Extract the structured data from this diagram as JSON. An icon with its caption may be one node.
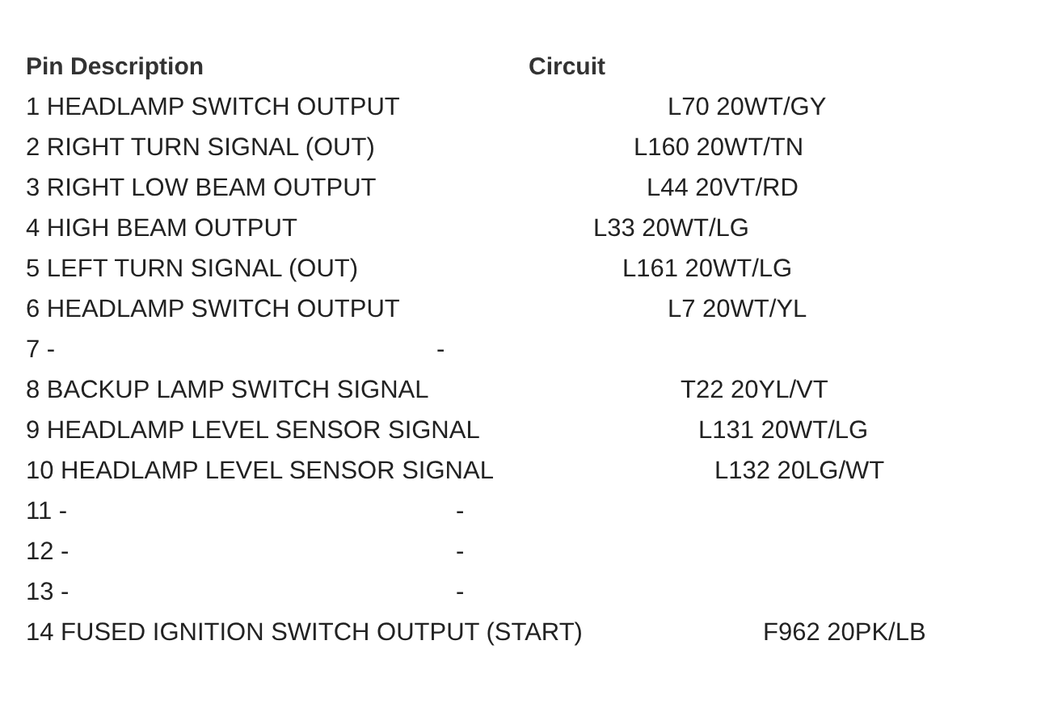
{
  "diagram": {
    "labels": [
      "Pin Description",
      "Circuit",
      "1 HEADLAMP SWITCH OUTPUT",
      "L70 20WT/GY",
      "2 RIGHT TURN SIGNAL (OUT)",
      "L160 20WT/TN",
      "3 RIGHT LOW BEAM OUTPUT",
      "L44 20VT/RD",
      "4 HIGH BEAM OUTPUT",
      "L33 20WT/LG",
      "5 LEFT TURN SIGNAL (OUT)",
      "L161 20WT/LG",
      "6 HEADLAMP SWITCH OUTPUT",
      "L7 20WT/YL",
      "7 -",
      "-",
      "8 BACKUP LAMP SWITCH SIGNAL",
      "T22 20YL/VT",
      "9 HEADLAMP LEVEL SENSOR SIGNAL",
      "L131 20WT/LG",
      "10 HEADLAMP LEVEL SENSOR SIGNAL",
      "L132 20LG/WT",
      "11 -",
      "-",
      "12 -",
      "-",
      "13 -",
      "-",
      "14 FUSED IGNITION SWITCH OUTPUT (START)",
      "F962 20PK/LB"
    ]
  }
}
